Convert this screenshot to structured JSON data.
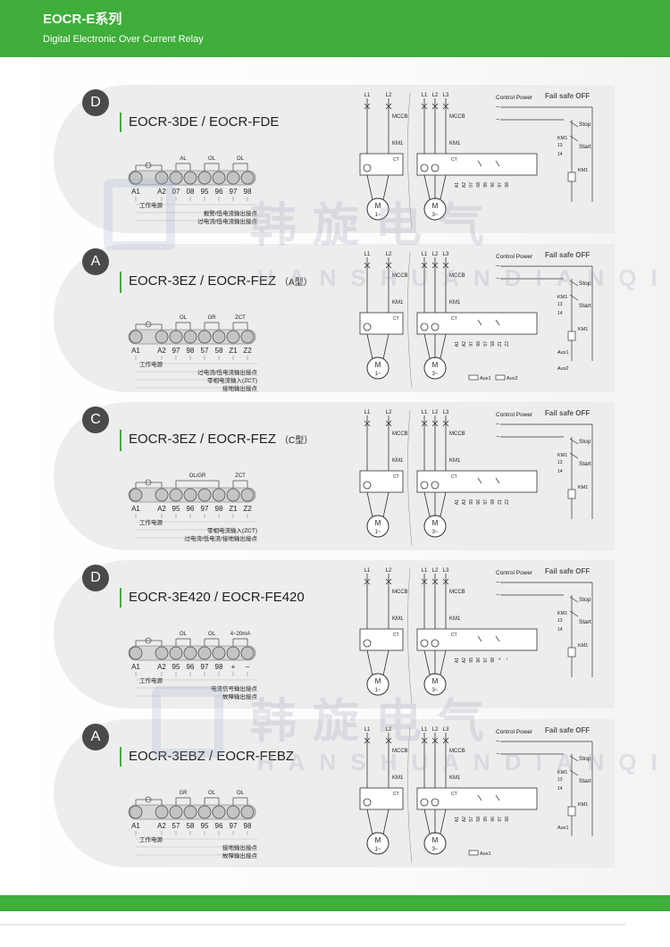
{
  "header": {
    "title": "EOCR-E系列",
    "subtitle": "Digital Electronic Over Current Relay"
  },
  "watermark": {
    "cn": "韩旋电气",
    "en": "HANSHUANDIANQI"
  },
  "common": {
    "L1": "L1",
    "L2": "L2",
    "L3": "L3",
    "MCCB": "MCCB",
    "KM1": "KM1",
    "CT": "CT",
    "M": "M",
    "one_phase": "1~",
    "three_phase": "3~",
    "control_power": "Control Power",
    "fail_safe": "Fail safe OFF",
    "tilde": "~",
    "minus": "−",
    "stop": "Stop",
    "start": "Start",
    "n13": "13",
    "n14": "14",
    "aux1": "Aux1",
    "aux2": "Aux2",
    "t_A1": "A1",
    "t_A2": "A2"
  },
  "sections": [
    {
      "badge": "D",
      "title": "EOCR-3DE / EOCR-FDE",
      "sub": "",
      "terminals": [
        "A1",
        "A2",
        "07",
        "08",
        "95",
        "96",
        "97",
        "98"
      ],
      "groups": [
        "AL",
        "OL",
        "OL"
      ],
      "labels": [
        "工作电源",
        "报警/低电流输出接点",
        "过电流/低电流输出接点"
      ]
    },
    {
      "badge": "A",
      "title": "EOCR-3EZ / EOCR-FEZ",
      "sub": "（A型）",
      "terminals": [
        "A1",
        "A2",
        "97",
        "98",
        "57",
        "58",
        "Z1",
        "Z2"
      ],
      "groups": [
        "OL",
        "GR",
        "ZCT"
      ],
      "labels": [
        "工作电源",
        "过电流/低电流输出接点",
        "零相电流输入(ZCT)",
        "接地输出接点"
      ]
    },
    {
      "badge": "C",
      "title": "EOCR-3EZ / EOCR-FEZ",
      "sub": "（C型）",
      "terminals": [
        "A1",
        "A2",
        "95",
        "96",
        "97",
        "98",
        "Z1",
        "Z2"
      ],
      "groups": [
        "OL/GR",
        "ZCT"
      ],
      "labels": [
        "工作电源",
        "零相电流输入(ZCT)",
        "过电流/低电流/接地输出接点"
      ]
    },
    {
      "badge": "D",
      "title": "EOCR-3E420 / EOCR-FE420",
      "sub": "",
      "terminals": [
        "A1",
        "A2",
        "95",
        "96",
        "97",
        "98",
        "+",
        "−"
      ],
      "groups": [
        "OL",
        "OL",
        "4~20mA"
      ],
      "labels": [
        "工作电源",
        "电流信号输出接点",
        "故障输出接点"
      ]
    },
    {
      "badge": "A",
      "title": "EOCR-3EBZ / EOCR-FEBZ",
      "sub": "",
      "terminals": [
        "A1",
        "A2",
        "57",
        "58",
        "95",
        "96",
        "97",
        "98"
      ],
      "groups": [
        "GR",
        "OL",
        "OL"
      ],
      "labels": [
        "工作电源",
        "接地输出接点",
        "故障输出接点"
      ]
    }
  ]
}
